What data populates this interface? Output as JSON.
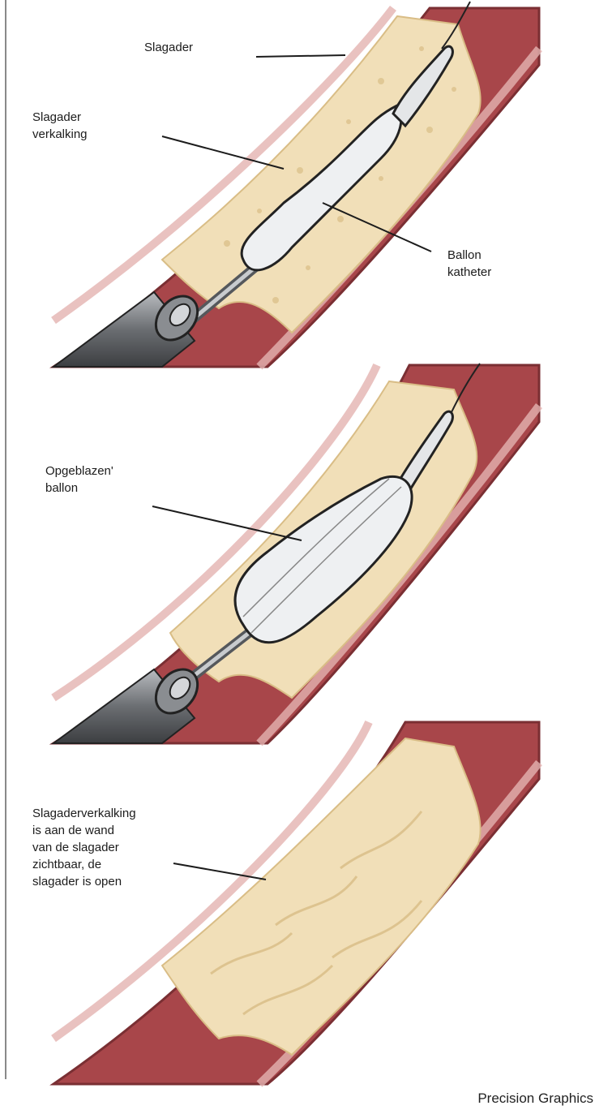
{
  "diagram": {
    "panels": [
      {
        "id": "deflated",
        "labels": [
          {
            "id": "artery",
            "text": "Slagader"
          },
          {
            "id": "plaque",
            "text": "Slagader\nverkalking"
          },
          {
            "id": "balloon-catheter",
            "text": "Ballon\nkatheter"
          }
        ]
      },
      {
        "id": "inflated",
        "labels": [
          {
            "id": "inflated-balloon",
            "text": "Opgeblazen'\nballon"
          }
        ]
      },
      {
        "id": "result",
        "labels": [
          {
            "id": "result-note",
            "text": "Slagaderverkalking\nis aan de wand\nvan de slagader\nzichtbaar, de\nslagader is open"
          }
        ]
      }
    ],
    "credit": "Precision Graphics"
  },
  "colors": {
    "vessel_outer": "#7a2f33",
    "vessel_inner": "#a8464a",
    "vessel_edge": "#c9787a",
    "plaque": "#f1dfb8",
    "plaque_dark": "#d9bd86",
    "balloon": "#eef0f2",
    "catheter": "#6b6e72"
  }
}
